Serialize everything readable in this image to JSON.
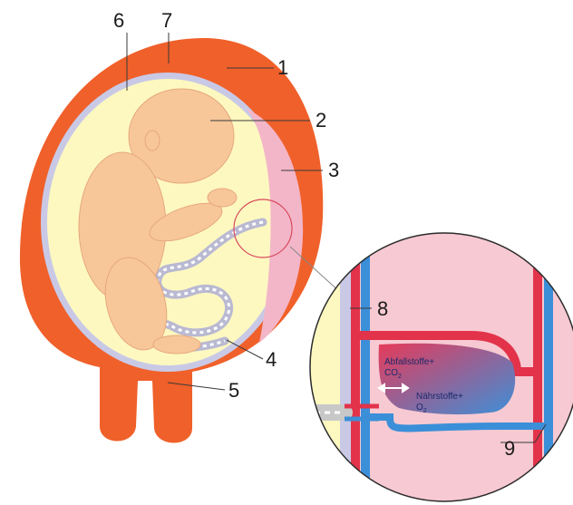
{
  "diagram": {
    "labels": [
      {
        "id": "1",
        "text": "1"
      },
      {
        "id": "2",
        "text": "2"
      },
      {
        "id": "3",
        "text": "3"
      },
      {
        "id": "4",
        "text": "4"
      },
      {
        "id": "5",
        "text": "5"
      },
      {
        "id": "6",
        "text": "6"
      },
      {
        "id": "7",
        "text": "7"
      },
      {
        "id": "8",
        "text": "8"
      },
      {
        "id": "9",
        "text": "9"
      }
    ],
    "inset_text": {
      "waste": "Abfallstoffe+",
      "waste_gas": "CO",
      "waste_sub": "2",
      "nutrients": "Nährstoffe+",
      "nutrient_gas": "O",
      "nutrient_sub": "2"
    },
    "colors": {
      "uterus_wall": "#f0602a",
      "amniotic_fluid": "#fdf8c0",
      "fetus_skin": "#f7c79a",
      "placenta": "#f3b6c8",
      "membrane": "#c9c9e6",
      "artery_red": "#e2334b",
      "vein_blue": "#3b8fd8",
      "inset_background": "#f7c9d2",
      "inset_border": "#2b2b2b"
    }
  }
}
